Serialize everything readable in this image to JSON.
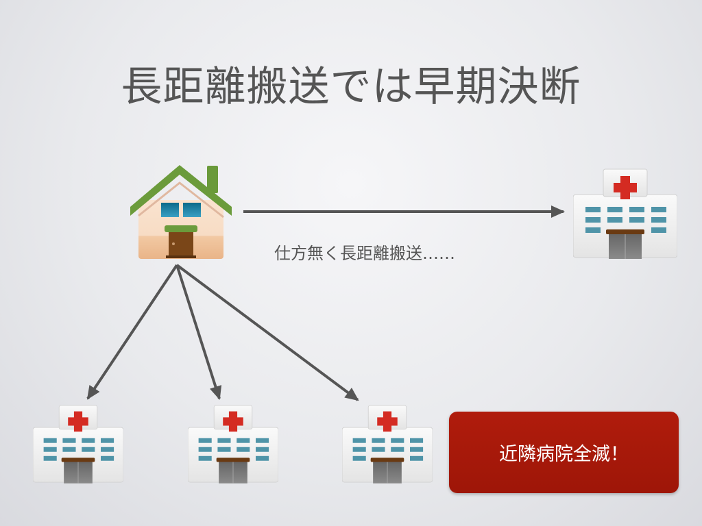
{
  "slide": {
    "title": "長距離搬送では早期決断",
    "caption": "仕方無く長距離搬送……",
    "alert_text": "近隣病院全滅！",
    "alert_color": "#a81b0d",
    "icons": {
      "origin": "house-icon",
      "destinations": "hospital-icon"
    }
  }
}
